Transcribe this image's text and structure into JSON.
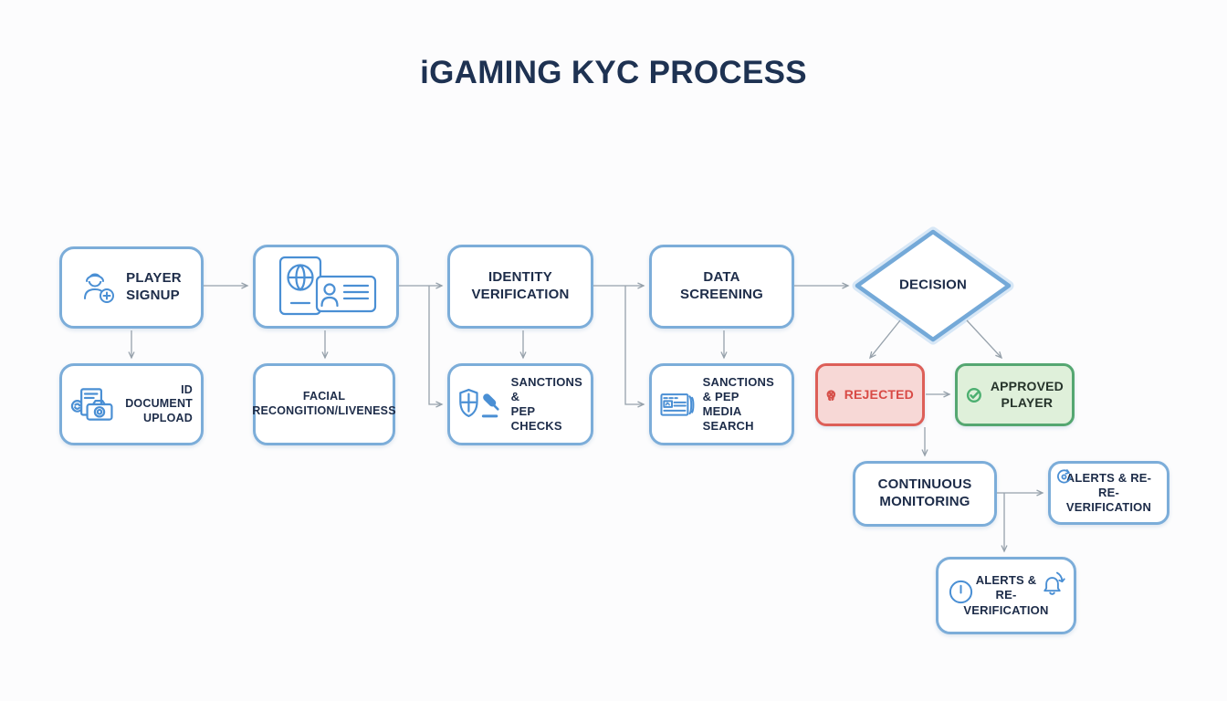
{
  "title": "iGAMING KYC PROCESS",
  "colors": {
    "node_border_blue": "#7cadd9",
    "icon_blue": "#4a8fd4",
    "text_dark": "#1d2c49",
    "arrow_gray": "#96a1ab",
    "rejected_border": "#dd5f58",
    "rejected_bg": "#f7d8d6",
    "rejected_text": "#d84a45",
    "approved_border": "#55a771",
    "approved_bg": "#dff0da",
    "approved_icon_green": "#4caf70"
  },
  "nodes": {
    "player_signup": {
      "line1": "PLAYER",
      "line2": "SIGNUP",
      "icon": "add-user-icon"
    },
    "document_icons": {
      "icons": [
        "passport-icon",
        "id-card-icon"
      ]
    },
    "identity_verification": {
      "line1": "IDENTITY",
      "line2": "VERIFICATION"
    },
    "data_screening": {
      "line1": "DATA",
      "line2": "SCREENING"
    },
    "decision": {
      "label": "DECISION",
      "shape": "diamond"
    },
    "id_document_upload": {
      "line1": "ID DOCUMENT",
      "line2": "UPLOAD",
      "icon": "document-camera-icon"
    },
    "facial_recognition_liveness": {
      "line1": "FACIAL",
      "line2": "RECONGITION/LIVENESS"
    },
    "sanctions_pep_checks": {
      "line1": "SANCTIONS &",
      "line2": "PEP CHECKS",
      "icons": [
        "shield-icon",
        "gavel-icon"
      ]
    },
    "sanctions_pep_media_search": {
      "line1": "SANCTIONS & PEP",
      "line2": "MEDIA SEARCH",
      "icon": "newspaper-icon"
    },
    "rejected": {
      "label": "REJECTED",
      "status": "rejected",
      "icon": "prohibited-icon"
    },
    "approved_player": {
      "line1": "APPROVED",
      "line2": "PLAYER",
      "status": "approved",
      "icon": "check-circle-icon"
    },
    "continuous_monitoring": {
      "line1": "CONTINUOUS",
      "line2": "MONITORING"
    },
    "alerts_reverification_side": {
      "line1": "ALERTS & RE-",
      "line2": "RE-VERIFICATION",
      "icon": "refresh-icon"
    },
    "alerts_reverification_bottom": {
      "line1": "ALERTS &",
      "line2": "RE-VERIFICATION",
      "icons": [
        "alert-circle-icon",
        "bell-refresh-icon"
      ]
    }
  },
  "edges": [
    {
      "from": "player-signup",
      "to": "document-icons"
    },
    {
      "from": "player-signup",
      "to": "id-document-upload"
    },
    {
      "from": "document-icons",
      "to": "identity-verification"
    },
    {
      "from": "document-icons",
      "to": "facial-recognition-liveness"
    },
    {
      "from": "document-icons",
      "to": "sanctions-pep-checks"
    },
    {
      "from": "identity-verification",
      "to": "data-screening"
    },
    {
      "from": "identity-verification",
      "to": "sanctions-pep-checks"
    },
    {
      "from": "identity-verification",
      "to": "sanctions-pep-media-search"
    },
    {
      "from": "data-screening",
      "to": "sanctions-pep-media-search"
    },
    {
      "from": "data-screening",
      "to": "decision"
    },
    {
      "from": "decision",
      "to": "rejected"
    },
    {
      "from": "decision",
      "to": "approved-player"
    },
    {
      "from": "rejected",
      "to": "approved-player"
    },
    {
      "from": "rejected",
      "to": "continuous-monitoring"
    },
    {
      "from": "continuous-monitoring",
      "to": "alerts-reverification-side"
    },
    {
      "from": "continuous-monitoring",
      "to": "alerts-reverification-bottom"
    }
  ]
}
